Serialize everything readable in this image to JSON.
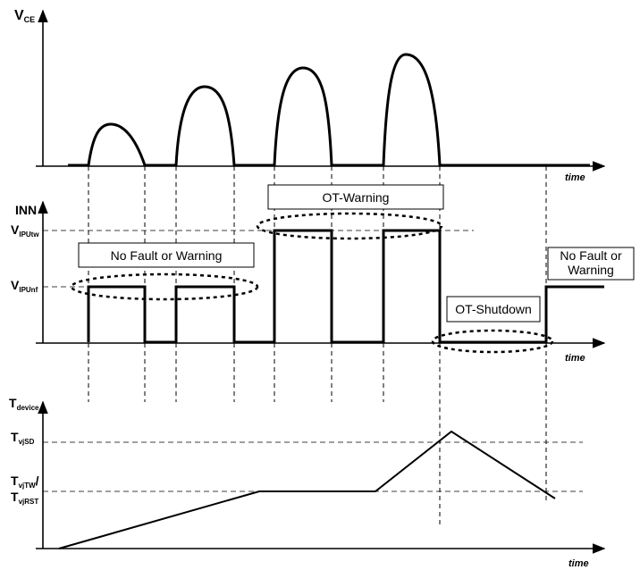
{
  "vce_panel": {
    "y_label_main": "V",
    "y_label_sub": "CE",
    "x_label": "time"
  },
  "inn_panel": {
    "y_label": "INN",
    "level_high_main": "V",
    "level_high_sub": "IPUtw",
    "level_low_main": "V",
    "level_low_sub": "IPUnf",
    "x_label": "time",
    "box_no_fault": "No Fault or Warning",
    "box_ot_warning": "OT-Warning",
    "box_ot_shutdown": "OT-Shutdown",
    "box_no_fault_right_line1": "No Fault or",
    "box_no_fault_right_line2": "Warning"
  },
  "tdevice_panel": {
    "y_label_main": "T",
    "y_label_sub": "device",
    "level_sd_main": "T",
    "level_sd_sub": "vjSD",
    "level_tw_main": "T",
    "level_tw_sub": "vjTW",
    "level_tw_slash": "/",
    "level_rst_main": "T",
    "level_rst_sub": "vjRST",
    "x_label": "time"
  }
}
